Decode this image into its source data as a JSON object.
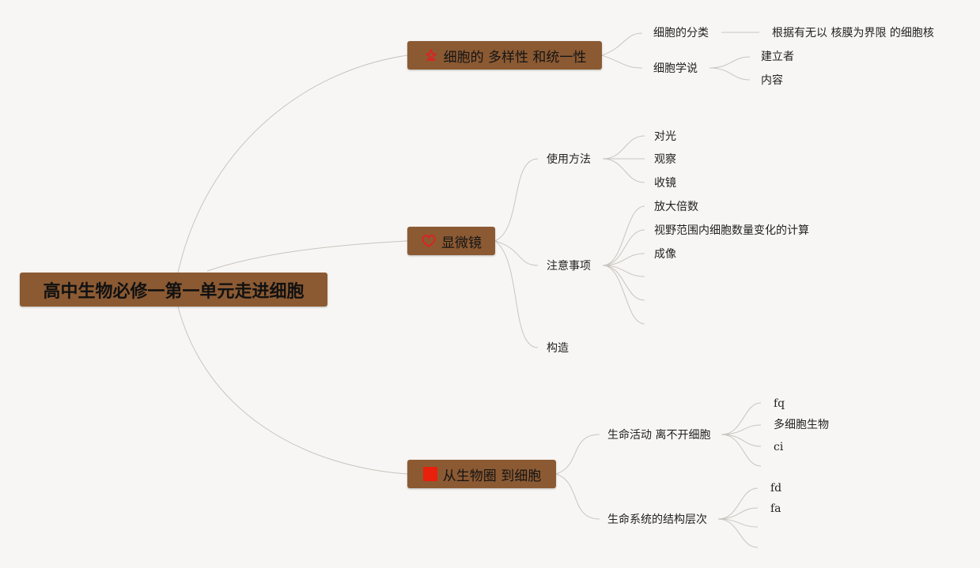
{
  "diagram": {
    "root": {
      "label": "高中生物必修一第一单元走进细胞"
    },
    "branches": [
      {
        "label": "细胞的 多样性 和统一性",
        "icon": "flower-icon",
        "icon_color": "#e02020",
        "children": [
          {
            "label": "细胞的分类",
            "children": [
              {
                "label": "根据有无以 核膜为界限 的细胞核"
              }
            ]
          },
          {
            "label": "细胞学说",
            "children": [
              {
                "label": "建立者"
              },
              {
                "label": "内容"
              }
            ]
          }
        ]
      },
      {
        "label": "显微镜",
        "icon": "heart-icon",
        "icon_color": "#e02020",
        "children": [
          {
            "label": "使用方法",
            "children": [
              {
                "label": "对光"
              },
              {
                "label": "观察"
              },
              {
                "label": "收镜"
              }
            ]
          },
          {
            "label": "注意事项",
            "children": [
              {
                "label": "放大倍数"
              },
              {
                "label": "视野范围内细胞数量变化的计算"
              },
              {
                "label": "成像"
              },
              {
                "label": ""
              },
              {
                "label": ""
              },
              {
                "label": ""
              }
            ]
          },
          {
            "label": "构造"
          }
        ]
      },
      {
        "label": "从生物圈 到细胞",
        "icon": "square-icon",
        "icon_color": "#e8200c",
        "children": [
          {
            "label": "生命活动 离不开细胞",
            "children": [
              {
                "label": "fq"
              },
              {
                "label": "多细胞生物"
              },
              {
                "label": "ci"
              },
              {
                "label": ""
              }
            ]
          },
          {
            "label": "生命系统的结构层次",
            "children": [
              {
                "label": "fd"
              },
              {
                "label": "fa"
              },
              {
                "label": ""
              },
              {
                "label": ""
              }
            ]
          }
        ]
      }
    ]
  }
}
